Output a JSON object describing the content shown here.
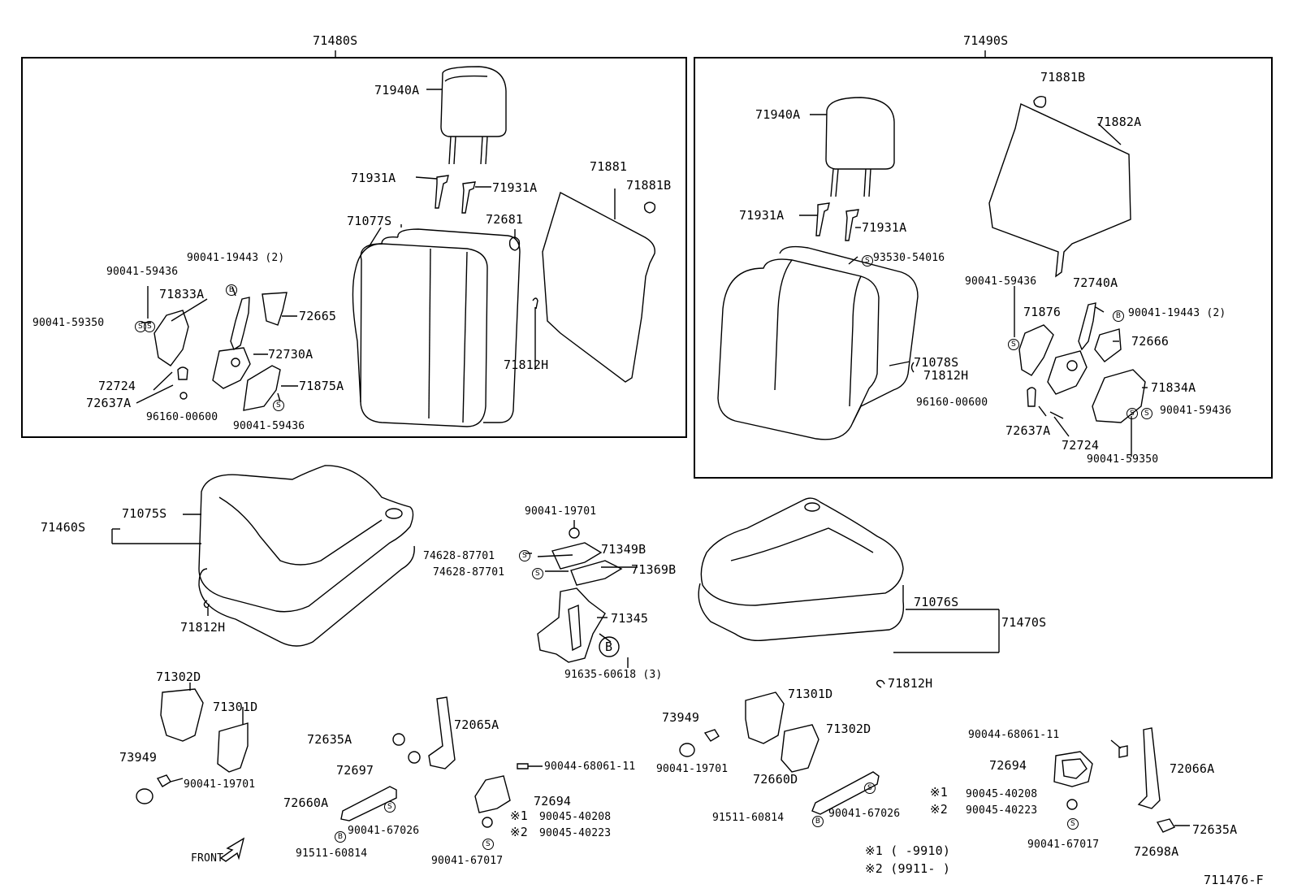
{
  "groups": {
    "left_assy": "71480S",
    "right_assy": "71490S"
  },
  "labels": {
    "l_headrest": "71940A",
    "l_guide1": "71931A",
    "l_guide2": "71931A",
    "l_board": "71881",
    "l_clip": "71881B",
    "l_back": "71077S",
    "l_nut": "72681",
    "l_bolt_19443": "90041-19443 (2)",
    "l_bolt_59436a": "90041-59436",
    "l_cover_71833": "71833A",
    "l_bolt_59350": "90041-59350",
    "l_cover_72665": "72665",
    "l_hinge_72730": "72730A",
    "l_pin_72724": "72724",
    "l_plate_72637": "72637A",
    "l_clip_96160": "96160-00600",
    "l_cover_71875": "71875A",
    "l_bolt_59436b": "90041-59436",
    "l_hook_71812": "71812H",
    "r_clip": "71881B",
    "r_headrest": "71940A",
    "r_board": "71882A",
    "r_guide1": "71931A",
    "r_guide2": "71931A",
    "r_screw_93530": "93530-54016",
    "r_bolt_59436a": "90041-59436",
    "r_hinge_72740": "72740A",
    "r_cover_71876": "71876",
    "r_bolt_19443": "90041-19443 (2)",
    "r_cover_72666": "72666",
    "r_back": "71078S",
    "r_hook": "71812H",
    "r_cover_71834": "71834A",
    "r_clip_96160": "96160-00600",
    "r_bolt_59436b": "90041-59436",
    "r_plate_72637": "72637A",
    "r_pin_72724": "72724",
    "r_bolt_59350": "90041-59350",
    "cl_cushion_assy": "71460S",
    "cl_cushion": "71075S",
    "cl_hook": "71812H",
    "c_bolt_19701": "90041-19701",
    "c_scr1": "74628-87701",
    "c_scr2": "74628-87701",
    "c_cover1": "71349B",
    "c_cover2": "71369B",
    "c_frame": "71345",
    "c_b": "B",
    "c_bolt_60618": "91635-60618 (3)",
    "cr_cushion": "71076S",
    "cr_cushion_assy": "71470S",
    "cr_hook": "71812H",
    "bl_71302": "71302D",
    "bl_71301": "71301D",
    "bl_73949": "73949",
    "bl_bolt": "90041-19701",
    "bm_72635": "72635A",
    "bm_72065": "72065A",
    "bm_72697": "72697",
    "bm_72660": "72660A",
    "bm_67026": "90041-67026",
    "bm_60814": "91511-60814",
    "bm_68061": "90044-68061-11",
    "bm_72694": "72694",
    "bm_40208": "90045-40208",
    "bm_40223": "90045-40223",
    "bm_67017": "90041-67017",
    "bm_n1": "※1",
    "bm_n2": "※2",
    "br_73949": "73949",
    "br_bolt": "90041-19701",
    "br_71301": "71301D",
    "br_71302": "71302D",
    "br_72660": "72660D",
    "br_60814": "91511-60814",
    "br_67026": "90041-67026",
    "brr_68061": "90044-68061-11",
    "brr_72694": "72694",
    "brr_72066": "72066A",
    "brr_n1": "※1",
    "brr_40208": "90045-40208",
    "brr_n2": "※2",
    "brr_40223": "90045-40223",
    "brr_67017": "90041-67017",
    "brr_72635": "72635A",
    "brr_72698": "72698A",
    "front": "FRONT",
    "note1": "※1 (      -9910)",
    "note2": "※2 (9911-      )",
    "fig_no": "711476-F"
  },
  "symbols": {
    "s": "S",
    "b": "B"
  }
}
